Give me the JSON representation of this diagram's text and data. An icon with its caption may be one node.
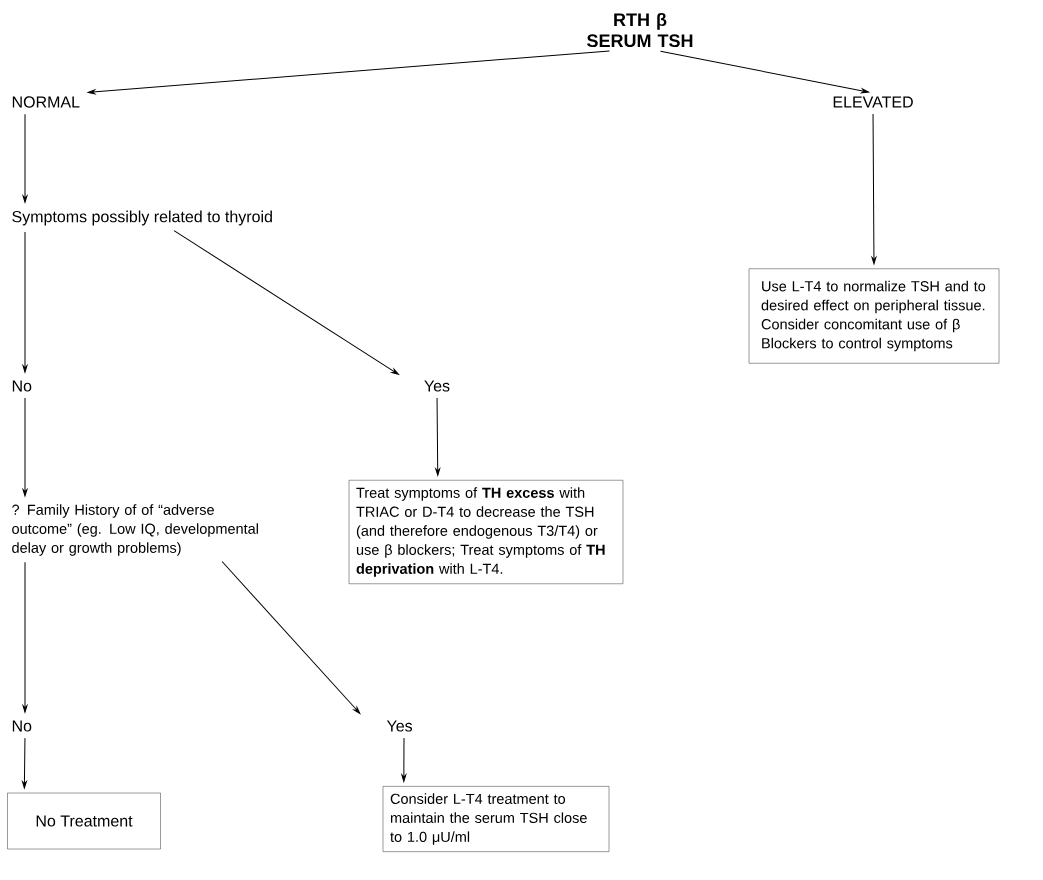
{
  "diagram": {
    "nodes": [
      {
        "text": [
          "RTH β SERUM TSH"
        ]
      },
      {
        "text": [
          "NORMAL"
        ]
      },
      {
        "text": [
          "ELEVATED"
        ]
      },
      {
        "text": [
          "Symptoms possibly related to thyroid"
        ]
      },
      {
        "text": [
          "Use L-T4 to normalize TSH and to desired effect on peripheral tissue. Consider concomitant use of β Blockers to control symptoms"
        ]
      },
      {
        "text": [
          "No"
        ]
      },
      {
        "text": [
          "Yes"
        ]
      },
      {
        "text": [
          "Treat symptoms of **TH excess** with TRIAC or D-T4 to decrease the TSH (and therefore endogenous T3/T4) or use β blockers; Treat symptoms of **TH deprivation** with L-T4."
        ]
      },
      {
        "text": [
          "? Family History of of “adverse outcome” (eg. Low IQ, developmental delay or growth problems)"
        ]
      },
      {
        "text": [
          "No"
        ]
      },
      {
        "text": [
          "Yes"
        ]
      },
      {
        "text": [
          "No Treatment"
        ]
      },
      {
        "text": [
          "Consider L-T4 treatment to maintain the serum TSH close to 1.0 μU/ml"
        ]
      }
    ],
    "edges": [
      {
        "from": 0,
        "to": 1,
        "arrow": "to"
      },
      {
        "from": 0,
        "to": 2,
        "arrow": "to"
      },
      {
        "from": 1,
        "to": 3,
        "arrow": "to"
      },
      {
        "from": 2,
        "to": 4,
        "arrow": "to"
      },
      {
        "from": 3,
        "to": 5,
        "arrow": "to"
      },
      {
        "from": 3,
        "to": 6,
        "arrow": "to"
      },
      {
        "from": 6,
        "to": 7,
        "arrow": "to"
      },
      {
        "from": 5,
        "to": 8,
        "arrow": "to"
      },
      {
        "from": 8,
        "to": 9,
        "arrow": "to"
      },
      {
        "from": 8,
        "to": 10,
        "arrow": "to"
      },
      {
        "from": 9,
        "to": 11,
        "arrow": "to"
      },
      {
        "from": 10,
        "to": 12,
        "arrow": "to"
      }
    ]
  }
}
